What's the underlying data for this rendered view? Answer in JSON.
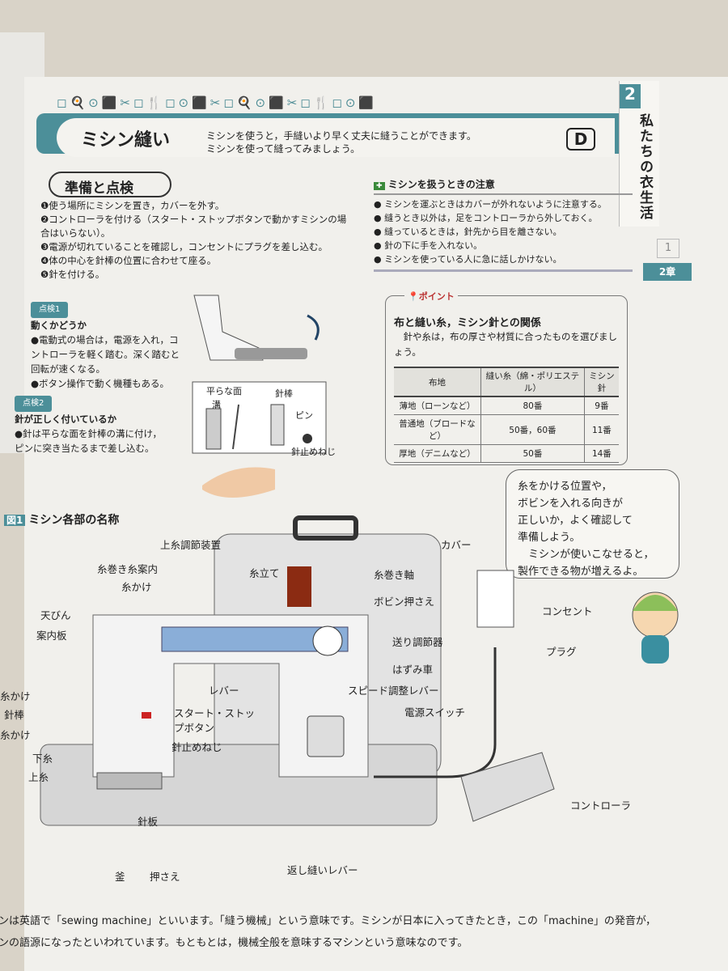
{
  "header": {
    "title": "ミシン縫い",
    "lead": [
      "ミシンを使うと，手縫いより早く丈夫に縫うことができます。",
      "ミシンを使って縫ってみましょう。"
    ],
    "badge": "D"
  },
  "side_tab": {
    "chapter_number": "2",
    "chapter_title": "私たちの衣生活",
    "page_marker": "1",
    "chapter_label": "2章"
  },
  "prep": {
    "heading": "準備と点検",
    "steps": [
      "❶使う場所にミシンを置き，カバーを外す。",
      "❷コントローラを付ける（スタート・ストップボタンで動かすミシンの場合はいらない）。",
      "❸電源が切れていることを確認し，コンセントにプラグを差し込む。",
      "❹体の中心を針棒の位置に合わせて座る。",
      "❺針を付ける。"
    ]
  },
  "check1": {
    "badge": "点検1",
    "title": "動くかどうか",
    "items": [
      "●電動式の場合は，電源を入れ，コントローラを軽く踏む。深く踏むと回転が速くなる。",
      "●ボタン操作で動く機種もある。"
    ]
  },
  "check2": {
    "badge": "点検2",
    "title": "針が正しく付いているか",
    "items": [
      "●針は平らな面を針棒の溝に付け，ピンに突き当たるまで差し込む。"
    ]
  },
  "needle_fig": {
    "labels": [
      "平らな面",
      "溝",
      "針棒",
      "ピン",
      "針止めねじ"
    ]
  },
  "caution": {
    "icon": "safety-kit-icon",
    "title": "ミシンを扱うときの注意",
    "items": [
      "ミシンを運ぶときはカバーが外れないように注意する。",
      "縫うとき以外は，足をコントローラから外しておく。",
      "縫っているときは，針先から目を離さない。",
      "針の下に手を入れない。",
      "ミシンを使っている人に急に話しかけない。"
    ]
  },
  "point": {
    "label": "ポイント",
    "title": "布と縫い糸，ミシン針との関係",
    "text": "針や糸は，布の厚さや材質に合ったものを選びましょう。",
    "table": {
      "headers": [
        "布地",
        "縫い糸（綿・ポリエステル）",
        "ミシン針"
      ],
      "rows": [
        [
          "薄地（ローンなど）",
          "80番",
          "9番"
        ],
        [
          "普通地（ブロードなど）",
          "50番，60番",
          "11番"
        ],
        [
          "厚地（デニムなど）",
          "50番",
          "14番"
        ]
      ]
    }
  },
  "bubble": {
    "text": [
      "糸をかける位置や，",
      "ボビンを入れる向きが",
      "正しいか，よく確認して",
      "準備しよう。",
      "ミシンが使いこなせると，",
      "製作できる物が増えるよ。"
    ]
  },
  "figure": {
    "badge": "図1",
    "title": "ミシン各部の名称",
    "labels": {
      "cover": "カバー",
      "tension": "上糸調節装置",
      "guide": "糸巻き糸案内",
      "hook1": "糸かけ",
      "spool": "糸立て",
      "winder": "糸巻き軸",
      "bobbin_stop": "ボビン押さえ",
      "takeup": "天びん",
      "panel": "案内板",
      "outlet": "コンセント",
      "stitch": "送り調節器",
      "plug": "プラグ",
      "wheel": "はずみ車",
      "lever": "レバー",
      "speed": "スピード調整レバー",
      "hook2": "糸かけ",
      "needle_bar": "針棒",
      "startstop": "スタート・ストップボタン",
      "power": "電源スイッチ",
      "hook3": "糸かけ",
      "clamp": "針止めねじ",
      "lower": "下糸",
      "upper": "上糸",
      "plate": "針板",
      "controller": "コントローラ",
      "shuttle": "釜",
      "presser": "押さえ",
      "reverse": "返し縫いレバー"
    }
  },
  "footer": [
    "ミシンは英語で「sewing machine」といいます。「縫う機械」という意味です。ミシンが日本に入ってきたとき，この「machine」の発音が，",
    "ミシンの語源になったといわれています。もともとは，機械全般を意味するマシンという意味なのです。"
  ]
}
